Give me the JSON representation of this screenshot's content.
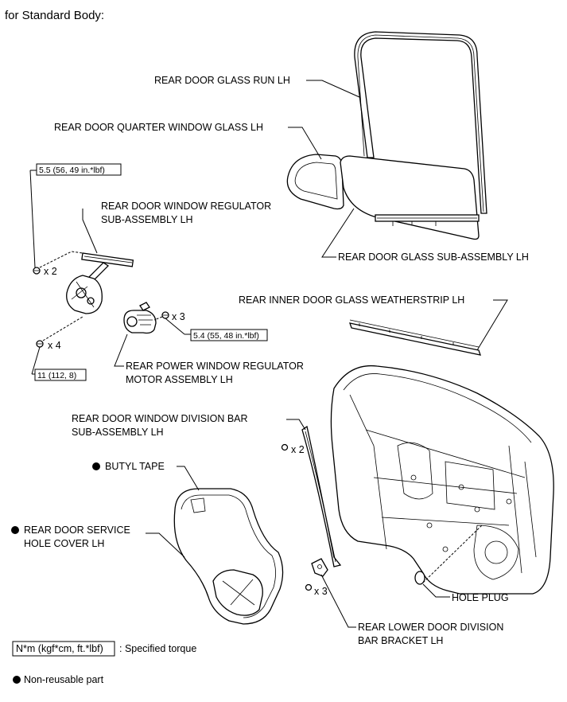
{
  "header": {
    "title": "for Standard Body:"
  },
  "labels": {
    "glass_run": "REAR DOOR GLASS RUN LH",
    "quarter_glass": "REAR DOOR QUARTER WINDOW GLASS LH",
    "regulator_l1": "REAR DOOR WINDOW REGULATOR",
    "regulator_l2": "SUB-ASSEMBLY LH",
    "glass_sub": "REAR DOOR GLASS SUB-ASSEMBLY LH",
    "weatherstrip": "REAR INNER DOOR GLASS WEATHERSTRIP LH",
    "motor_l1": "REAR POWER WINDOW REGULATOR",
    "motor_l2": "MOTOR ASSEMBLY LH",
    "division_l1": "REAR DOOR WINDOW DIVISION BAR",
    "division_l2": "SUB-ASSEMBLY LH",
    "butyl": "BUTYL TAPE",
    "service_l1": "REAR DOOR SERVICE",
    "service_l2": "HOLE COVER LH",
    "hole_plug": "HOLE PLUG",
    "bracket_l1": "REAR LOWER DOOR DIVISION",
    "bracket_l2": "BAR BRACKET LH"
  },
  "torques": {
    "t1": "5.5 (56, 49 in.*lbf)",
    "t2": "5.4 (55, 48 in.*lbf)",
    "t3": "11 (112, 8)"
  },
  "quantities": {
    "q_reg_top": "x 2",
    "q_reg_bottom": "x 4",
    "q_motor": "x 3",
    "q_division": "x 2",
    "q_bracket": "x 3"
  },
  "legend": {
    "torque_box": "N*m (kgf*cm, ft.*lbf)",
    "torque_desc": ": Specified torque",
    "nonreusable": "Non-reusable part"
  }
}
